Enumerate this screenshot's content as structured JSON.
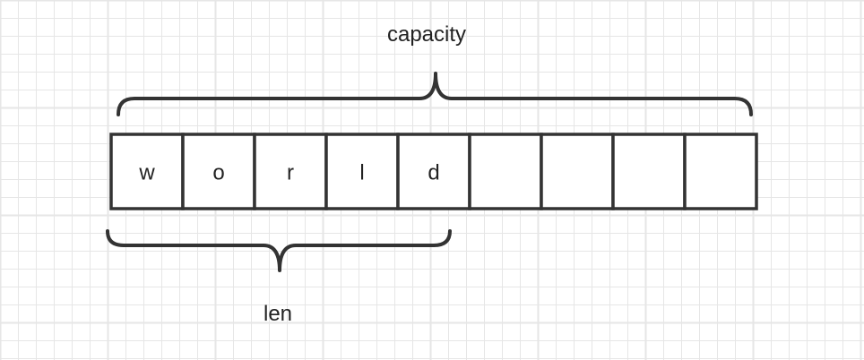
{
  "capacity_label": "capacity",
  "len_label": "len",
  "cells": [
    "w",
    "o",
    "r",
    "l",
    "d",
    "",
    "",
    "",
    ""
  ],
  "colors": {
    "background": "#ffffff",
    "grid": "#e6e6e6",
    "stroke": "#333333",
    "text": "#222222"
  }
}
